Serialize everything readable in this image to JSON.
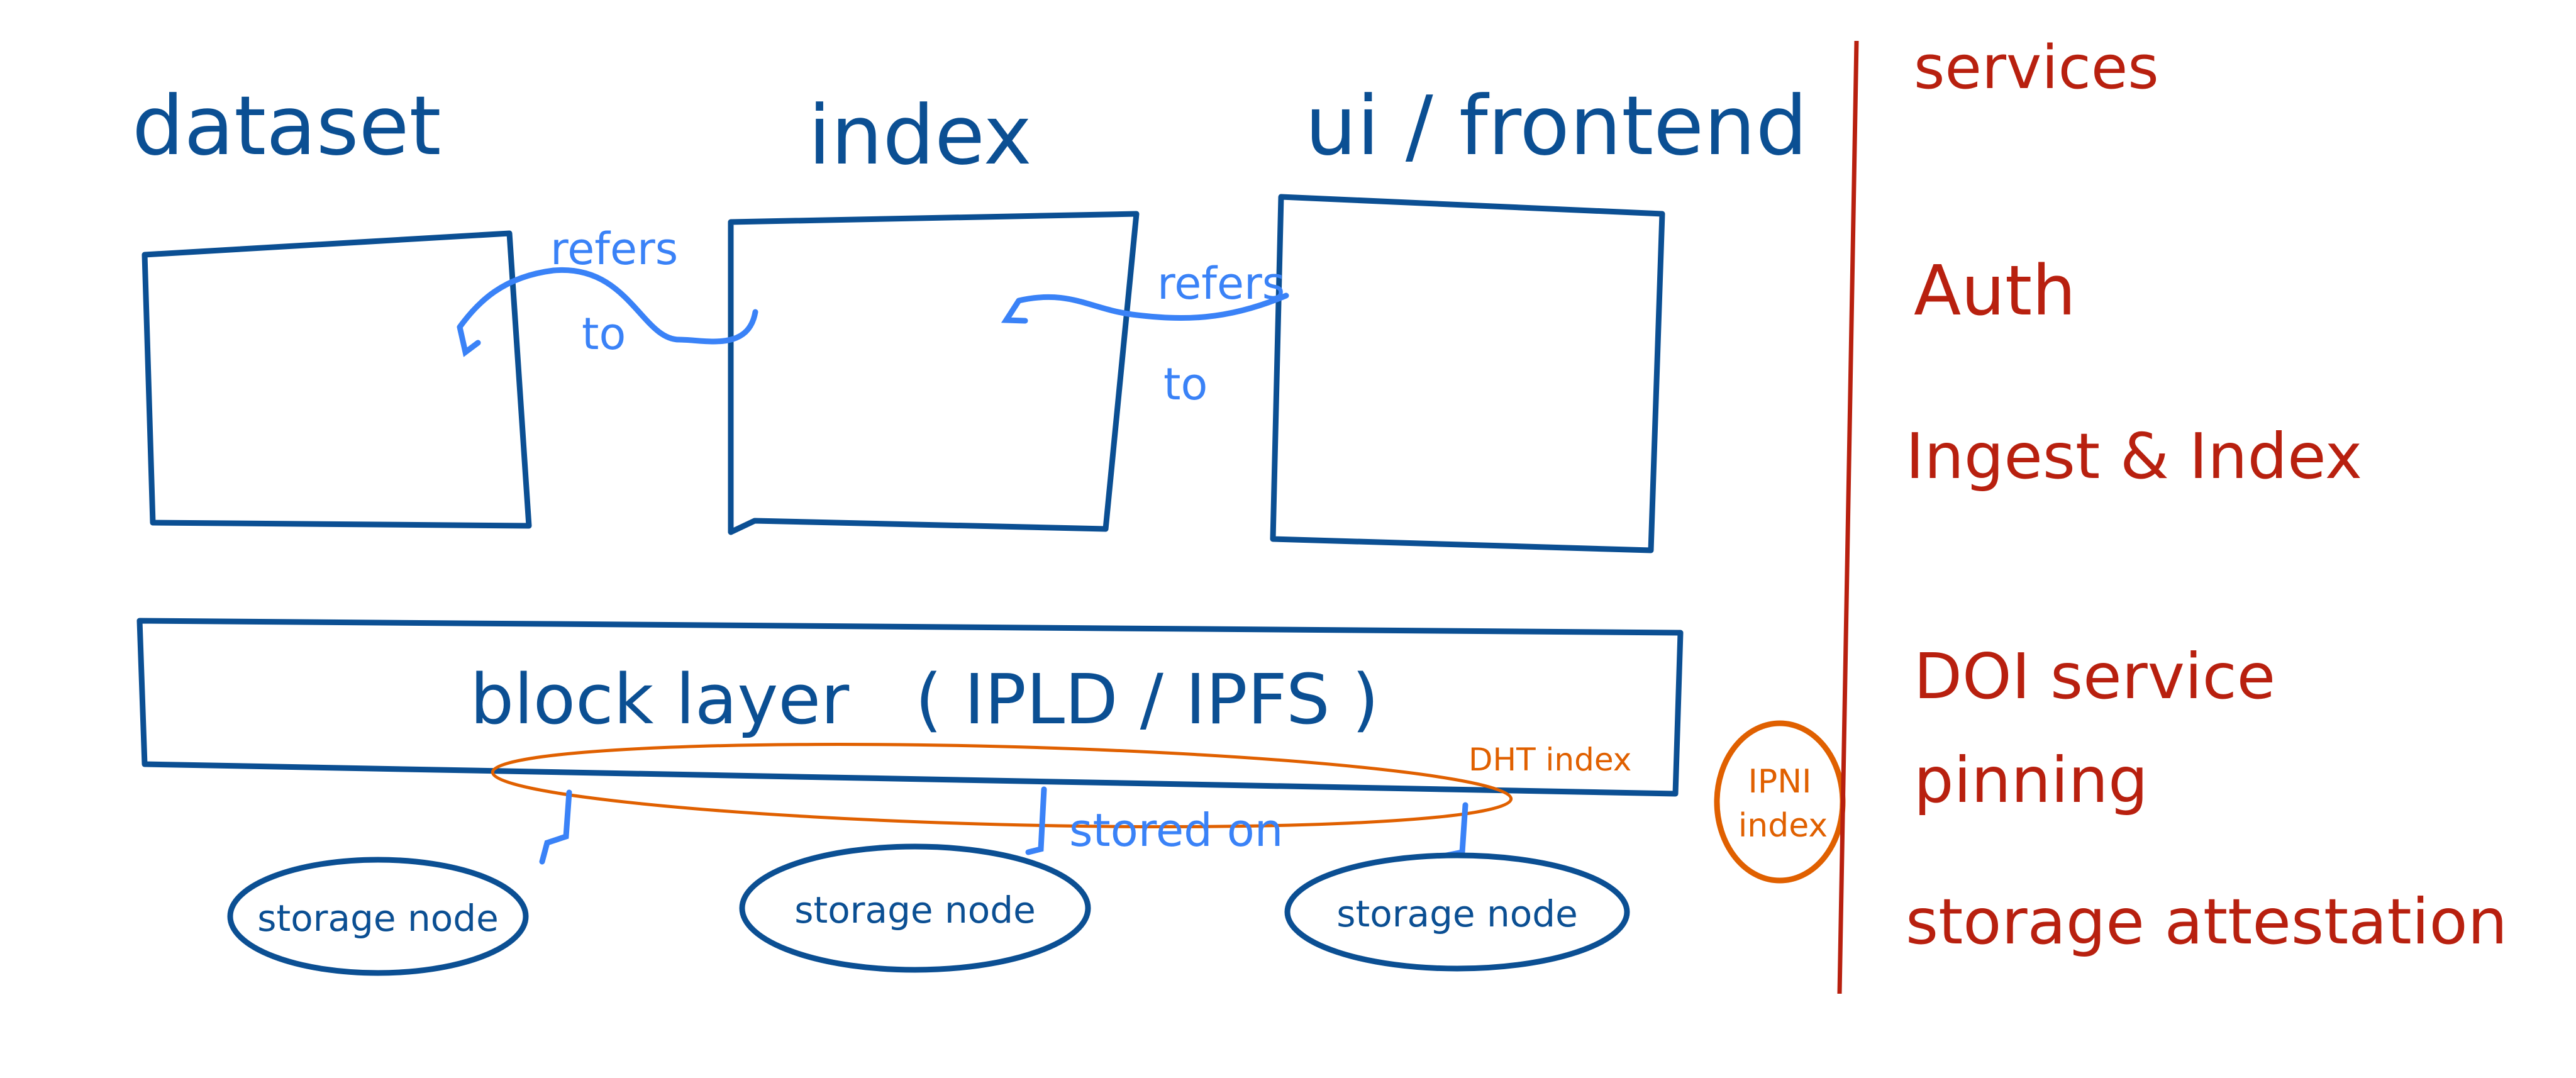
{
  "colors": {
    "primary": "#0b4f93",
    "link": "#3a82f7",
    "index": "#e06000",
    "services": "#b8200f"
  },
  "components": {
    "dataset": "dataset",
    "index": "index",
    "frontend": "ui / frontend"
  },
  "relations": {
    "index_to_dataset": {
      "top": "refers",
      "bottom": "to"
    },
    "frontend_to_index": {
      "top": "refers",
      "bottom": "to"
    },
    "stored_on": "stored on"
  },
  "block_layer": "block layer   ( IPLD / IPFS )",
  "dht_index": "DHT index",
  "ipni_index": {
    "line1": "IPNI",
    "line2": "index"
  },
  "storage_nodes": [
    "storage node",
    "storage node",
    "storage node"
  ],
  "services": {
    "title": "services",
    "items": [
      "Auth",
      "Ingest & Index",
      "DOI service",
      "pinning",
      "storage attestation"
    ]
  }
}
